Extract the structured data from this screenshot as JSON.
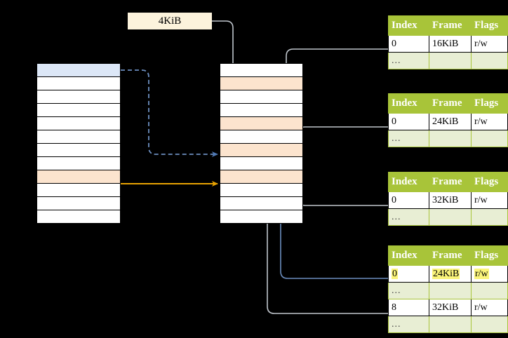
{
  "diagram": {
    "title_label": "4KiB",
    "virtual_memory_column": {
      "name": "virtual-address-space",
      "rows": 12,
      "highlight_blue_index": 0,
      "highlight_orange_index": 8
    },
    "physical_memory_column": {
      "name": "physical-address-space",
      "rows": 12,
      "highlight_orange_indices": [
        1,
        4,
        6,
        8
      ]
    },
    "page_tables": [
      {
        "name": "page-table-level-1",
        "headers": [
          "Index",
          "Frame",
          "Flags"
        ],
        "rows": [
          {
            "index": "0",
            "frame": "16KiB",
            "flags": "r/w",
            "ellipsis": false,
            "highlight": false
          },
          {
            "index": "...",
            "frame": "",
            "flags": "",
            "ellipsis": true,
            "highlight": false
          }
        ]
      },
      {
        "name": "page-table-level-2",
        "headers": [
          "Index",
          "Frame",
          "Flags"
        ],
        "rows": [
          {
            "index": "0",
            "frame": "24KiB",
            "flags": "r/w",
            "ellipsis": false,
            "highlight": false
          },
          {
            "index": "...",
            "frame": "",
            "flags": "",
            "ellipsis": true,
            "highlight": false
          }
        ]
      },
      {
        "name": "page-table-level-3",
        "headers": [
          "Index",
          "Frame",
          "Flags"
        ],
        "rows": [
          {
            "index": "0",
            "frame": "32KiB",
            "flags": "r/w",
            "ellipsis": false,
            "highlight": false
          },
          {
            "index": "...",
            "frame": "",
            "flags": "",
            "ellipsis": true,
            "highlight": false
          }
        ]
      },
      {
        "name": "page-table-level-4",
        "headers": [
          "Index",
          "Frame",
          "Flags"
        ],
        "rows": [
          {
            "index": "0",
            "frame": "24KiB",
            "flags": "r/w",
            "ellipsis": false,
            "highlight": true
          },
          {
            "index": "...",
            "frame": "",
            "flags": "",
            "ellipsis": true,
            "highlight": false
          },
          {
            "index": "8",
            "frame": "32KiB",
            "flags": "r/w",
            "ellipsis": false,
            "highlight": false
          },
          {
            "index": "...",
            "frame": "",
            "flags": "",
            "ellipsis": true,
            "highlight": false
          }
        ]
      }
    ],
    "colors": {
      "table_header": "#A8C439",
      "table_ellipsis_row": "#E8EED4",
      "highlight_yellow": "#FAF47A",
      "cell_orange": "#FCE4CE",
      "cell_blue": "#DCE7F7",
      "label_box": "#FCF3DC",
      "arrow_orange": "#E8A202",
      "arrow_blue": "#6C8EBF",
      "arrow_gray": "#B3B3B3"
    }
  }
}
